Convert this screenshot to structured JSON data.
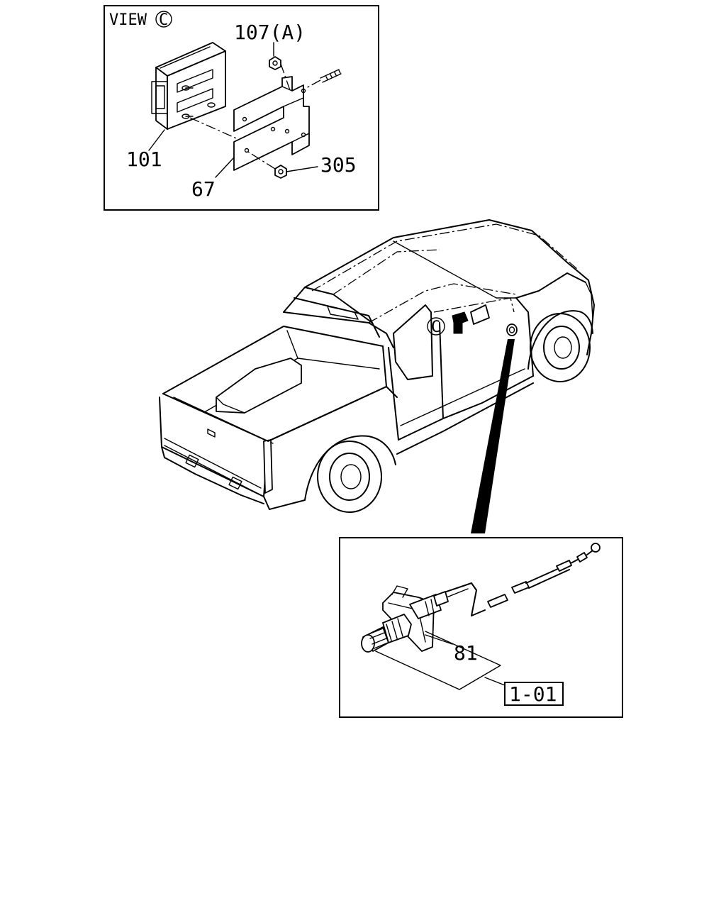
{
  "view_panel": {
    "title": "VIEW",
    "marker": "C",
    "callouts": {
      "part_107": "107(A)",
      "part_101": "101",
      "part_67": "67",
      "part_305": "305"
    }
  },
  "vehicle": {
    "view_marker": "C"
  },
  "cable_panel": {
    "callouts": {
      "part_81": "81",
      "part_ref": "1-01"
    }
  }
}
